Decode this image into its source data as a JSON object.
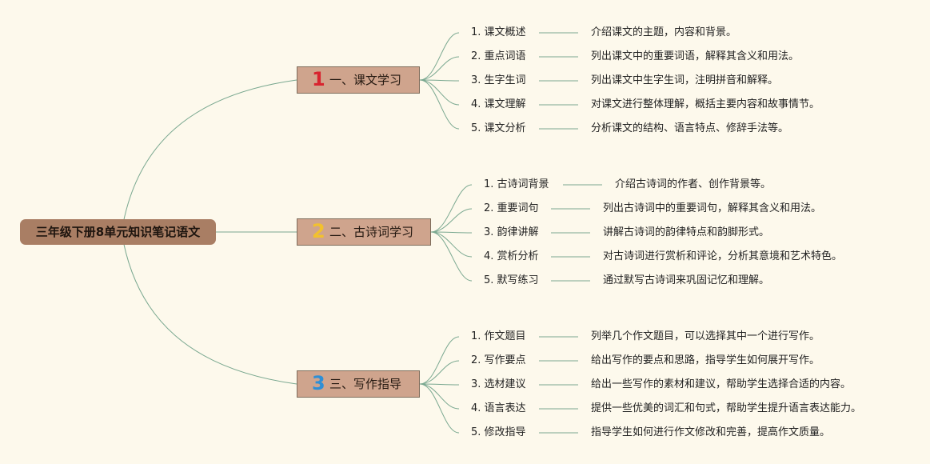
{
  "root": {
    "label": "三年级下册8单元知识笔记语文"
  },
  "colors": {
    "line": "#7aa890",
    "root_bg": "#a97e64",
    "branch_bg": "#cfa48d"
  },
  "branches": [
    {
      "number": "1",
      "number_color": "#d8242f",
      "label": "一、课文学习",
      "items": [
        {
          "label": "1. 课文概述",
          "desc": "介绍课文的主题，内容和背景。"
        },
        {
          "label": "2. 重点词语",
          "desc": "列出课文中的重要词语，解释其含义和用法。"
        },
        {
          "label": "3. 生字生词",
          "desc": "列出课文中生字生词，注明拼音和解释。"
        },
        {
          "label": "4. 课文理解",
          "desc": "对课文进行整体理解，概括主要内容和故事情节。"
        },
        {
          "label": "5. 课文分析",
          "desc": "分析课文的结构、语言特点、修辞手法等。"
        }
      ]
    },
    {
      "number": "2",
      "number_color": "#f2c12e",
      "label": "二、古诗词学习",
      "items": [
        {
          "label": "1. 古诗词背景",
          "desc": "介绍古诗词的作者、创作背景等。"
        },
        {
          "label": "2. 重要词句",
          "desc": "列出古诗词中的重要词句，解释其含义和用法。"
        },
        {
          "label": "3. 韵律讲解",
          "desc": "讲解古诗词的韵律特点和韵脚形式。"
        },
        {
          "label": "4. 赏析分析",
          "desc": "对古诗词进行赏析和评论，分析其意境和艺术特色。"
        },
        {
          "label": "5. 默写练习",
          "desc": "通过默写古诗词来巩固记忆和理解。"
        }
      ]
    },
    {
      "number": "3",
      "number_color": "#2e8fd6",
      "label": "三、写作指导",
      "items": [
        {
          "label": "1. 作文题目",
          "desc": "列举几个作文题目，可以选择其中一个进行写作。"
        },
        {
          "label": "2. 写作要点",
          "desc": "给出写作的要点和思路，指导学生如何展开写作。"
        },
        {
          "label": "3. 选材建议",
          "desc": "给出一些写作的素材和建议，帮助学生选择合适的内容。"
        },
        {
          "label": "4. 语言表达",
          "desc": "提供一些优美的词汇和句式，帮助学生提升语言表达能力。"
        },
        {
          "label": "5. 修改指导",
          "desc": "指导学生如何进行作文修改和完善，提高作文质量。"
        }
      ]
    }
  ]
}
